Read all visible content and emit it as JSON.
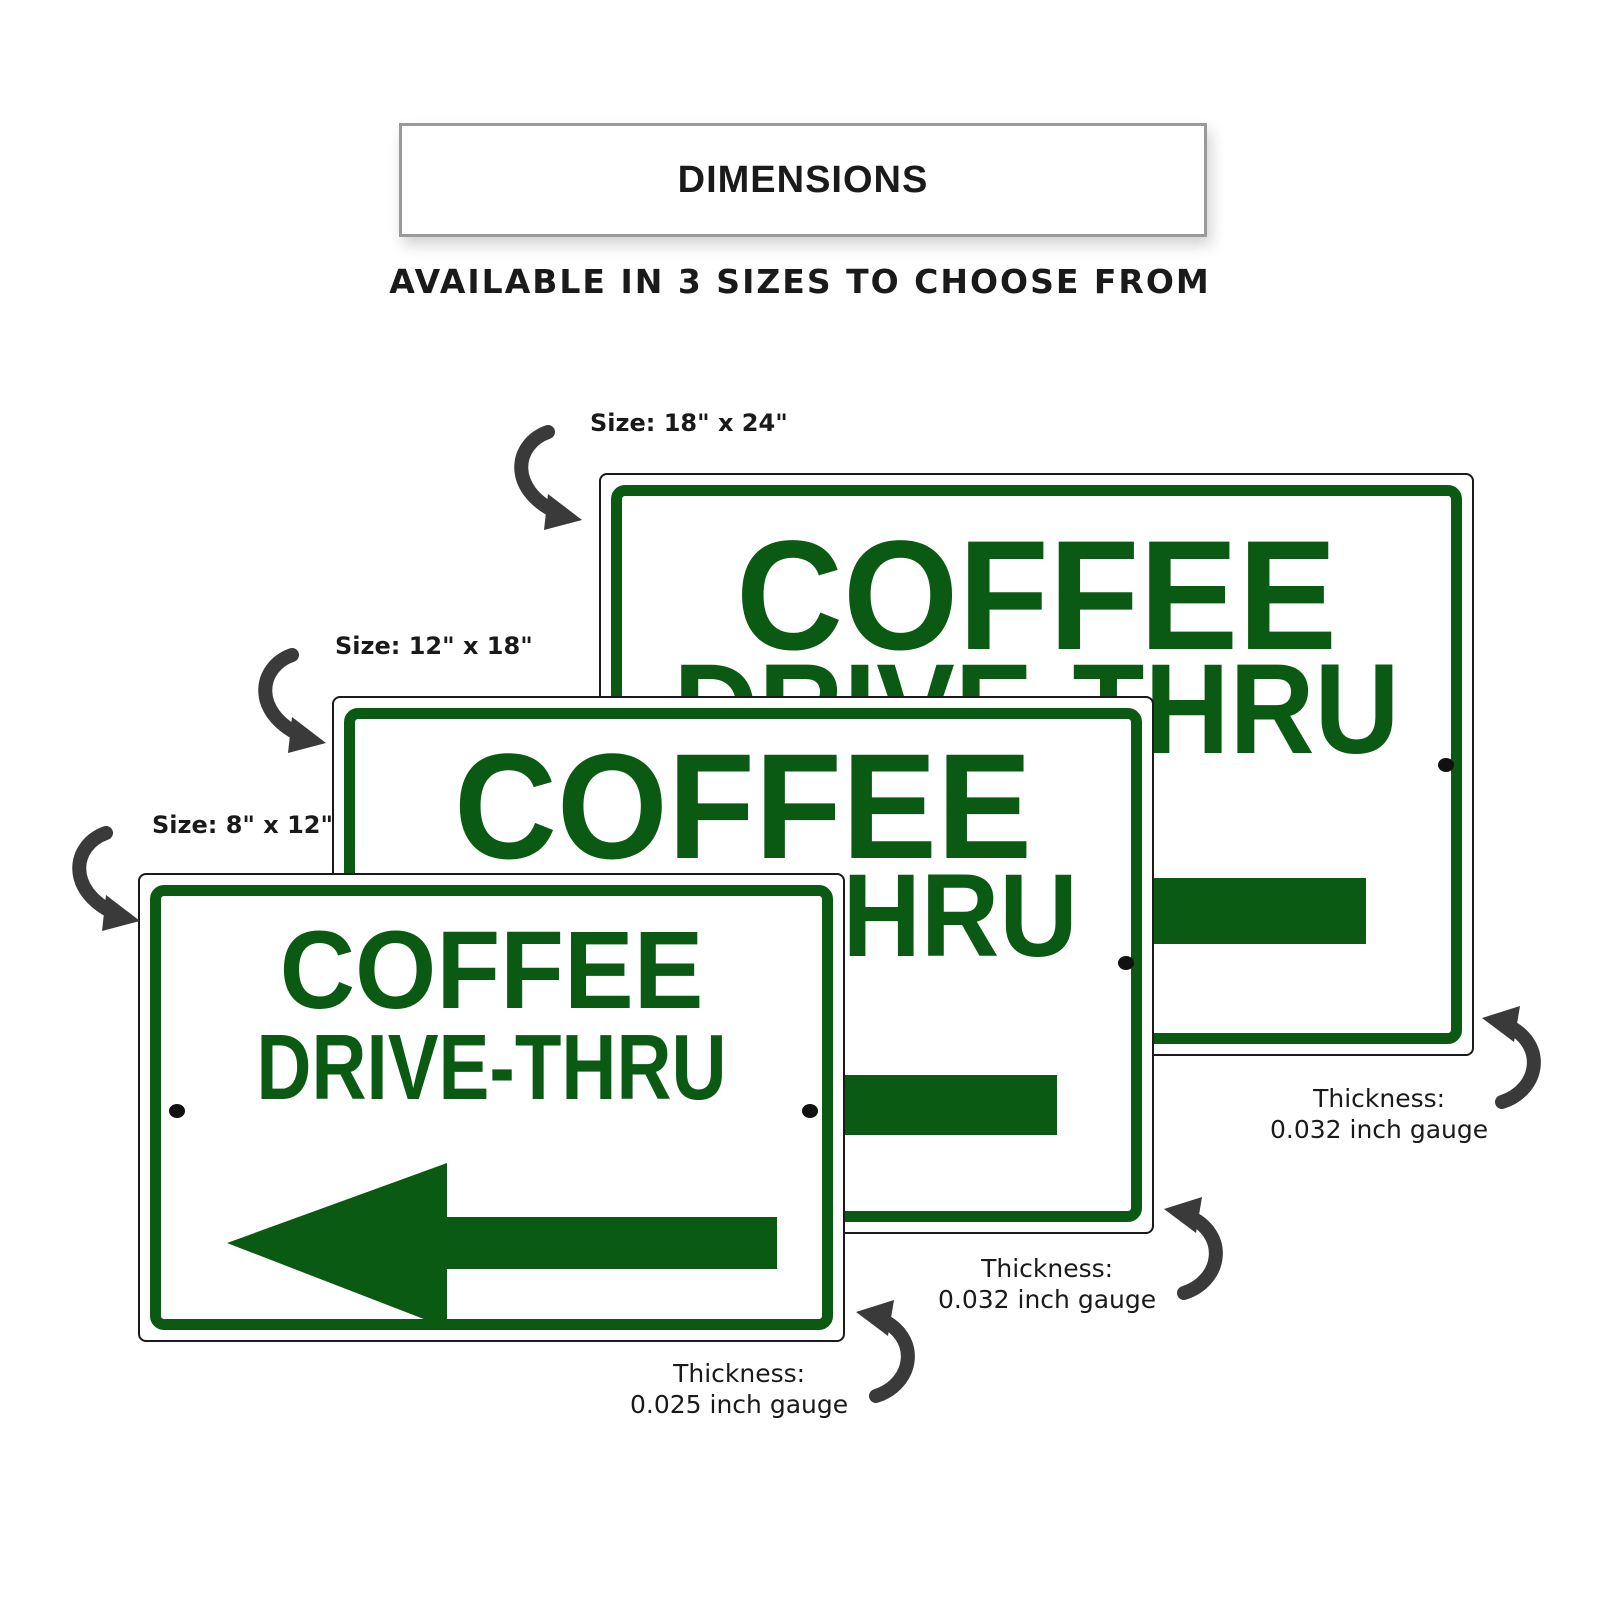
{
  "header": {
    "title": "DIMENSIONS",
    "subtitle": "AVAILABLE IN 3 SIZES TO CHOOSE FROM"
  },
  "signs": {
    "large": {
      "line1": "COFFEE",
      "line2": "DRIVE-THRU",
      "size_label": "Size: 18\" x 24\"",
      "thickness_title": "Thickness:",
      "thickness_value": "0.032 inch gauge"
    },
    "medium": {
      "line1": "COFFEE",
      "line2": "DRIVE-THRU",
      "size_label": "Size: 12\" x 18\"",
      "thickness_title": "Thickness:",
      "thickness_value": "0.032 inch gauge"
    },
    "small": {
      "line1": "COFFEE",
      "line2": "DRIVE-THRU",
      "size_label": "Size: 8\" x 12\"",
      "thickness_title": "Thickness:",
      "thickness_value": "0.025 inch gauge"
    }
  },
  "colors": {
    "sign_green": "#0b5a14",
    "text_dark": "#1a1a1a",
    "background": "#ffffff"
  },
  "icons": {
    "size_pointer": "curved-arrow-icon",
    "thickness_pointer": "curved-arrow-icon",
    "direction": "left-arrow-icon"
  }
}
